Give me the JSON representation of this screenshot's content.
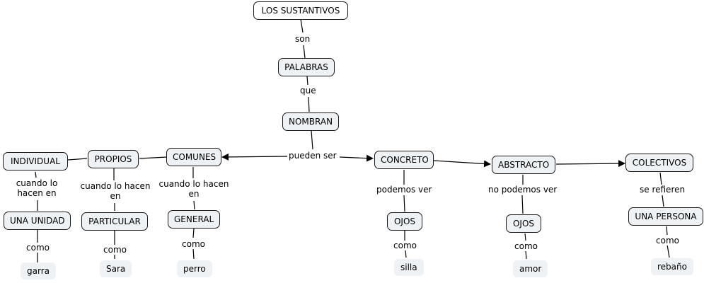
{
  "concept_map": {
    "concepts": {
      "sustantivos": "LOS SUSTANTIVOS",
      "palabras": "PALABRAS",
      "nombran": "NOMBRAN",
      "comunes": "COMUNES",
      "propios": "PROPIOS",
      "individual": "INDIVIDUAL",
      "concreto": "CONCRETO",
      "abstracto": "ABSTRACTO",
      "colectivos": "COLECTIVOS",
      "una_unidad": "UNA UNIDAD",
      "particular": "PARTICULAR",
      "general": "GENERAL",
      "ojos_concreto": "OJOS",
      "ojos_abstracto": "OJOS",
      "una_persona": "UNA PERSONA"
    },
    "examples": {
      "garra": "garra",
      "sara": "Sara",
      "perro": "perro",
      "silla": "silla",
      "amor": "amor",
      "rebano": "rebaño"
    },
    "linking_phrases": {
      "son": "son",
      "que": "que",
      "pueden_ser": "pueden ser",
      "cuando_individual": "cuando lo hacen en",
      "cuando_propios": "cuando lo hacen en",
      "cuando_comunes": "cuando lo hacen en",
      "podemos_ver": "podemos ver",
      "no_podemos_ver": "no podemos ver",
      "se_refieren": "se refieren",
      "como_garra": "como",
      "como_sara": "como",
      "como_perro": "como",
      "como_silla": "como",
      "como_amor": "como",
      "como_rebano": "como"
    }
  }
}
